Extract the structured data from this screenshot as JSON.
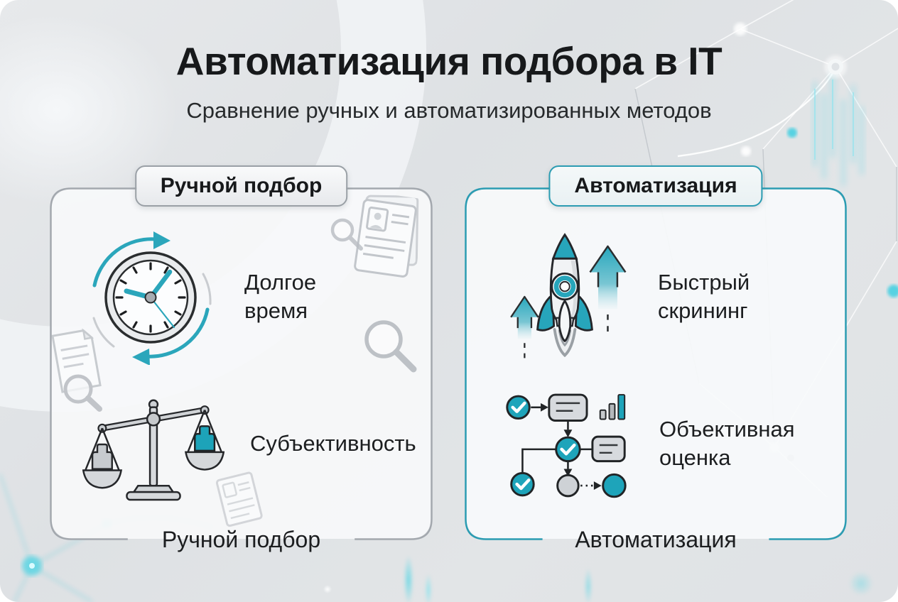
{
  "header": {
    "title": "Автоматизация подбора в IT",
    "subtitle": "Сравнение ручных и автоматизированных методов"
  },
  "manual_panel": {
    "badge": "Ручной подбор",
    "footer": "Ручной подбор",
    "items": [
      {
        "icon": "clock-icon",
        "lines": [
          "Долгое",
          "время"
        ]
      },
      {
        "icon": "scales-icon",
        "lines": [
          "Субъективность"
        ]
      }
    ]
  },
  "automation_panel": {
    "badge": "Автоматизация",
    "footer": "Автоматизация",
    "items": [
      {
        "icon": "rocket-icon",
        "lines": [
          "Быстрый",
          "скрининг"
        ]
      },
      {
        "icon": "flowchart-icon",
        "lines": [
          "Объективная",
          "оценка"
        ]
      }
    ]
  },
  "colors": {
    "accent_teal": "#22a3b9",
    "manual_border": "#a3a8ae",
    "automation_border": "#2b9cb2",
    "text_primary": "#17191b",
    "background": "#e0e3e6"
  }
}
